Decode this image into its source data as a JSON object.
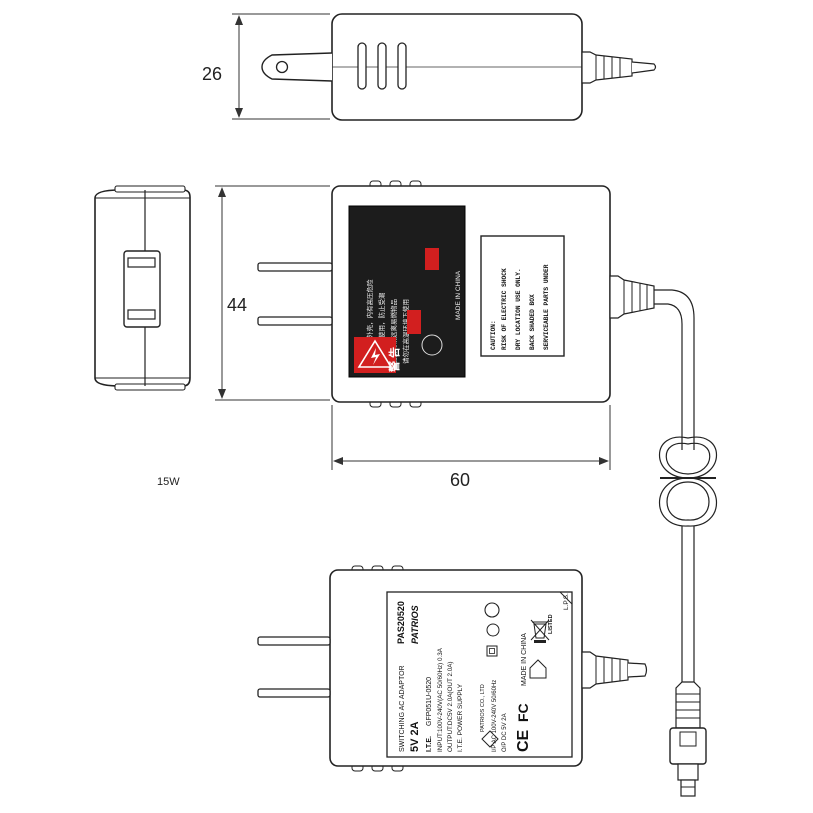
{
  "dimensions": {
    "top_height": "26",
    "side_height": "44",
    "side_width": "60"
  },
  "wattage_label": "15W",
  "red_label": {
    "warning": "警 告",
    "made_in": "MADE IN CHINA",
    "chinese_lines": [
      "请勿打开外壳，内有高压危险",
      "仅限室内使用，防止受潮",
      "使用时请远离易燃物品",
      "请勿在高温环境下使用"
    ]
  },
  "caution_label": {
    "title": "CAUTION:",
    "lines": [
      "RISK OF ELECTRIC SHOCK",
      "DRY LOCATION USE ONLY.",
      "BACK SHADED BOX",
      "SERVICEABLE PARTS UNDER"
    ]
  },
  "rating_label": {
    "title": "SWITCHING AC ADAPTOR",
    "model_number": "PAS20520",
    "brand": "PATRIOS",
    "rating": "5V  2A",
    "model_prefix": "I.T.E.",
    "model_line": "GFP051U-0520",
    "input_line": "INPUT:100V-240V(AC 50/60Hz) 0.3A",
    "output_line": "OUTPUT:DC5V 2.0A(OUT 2.0A)",
    "ite_line": "I.T.E. POWER SUPPLY",
    "company": "PATRIOS CO., LTD",
    "io_line1": "I/P AC 100V-240V 50/60Hz",
    "io_line2": "O/P DC 5V 2A",
    "lps": "L.P.S.",
    "made_in": "MADE IN CHINA",
    "ce_mark": "CE",
    "fcc_mark": "FC",
    "listed": "LISTED"
  }
}
